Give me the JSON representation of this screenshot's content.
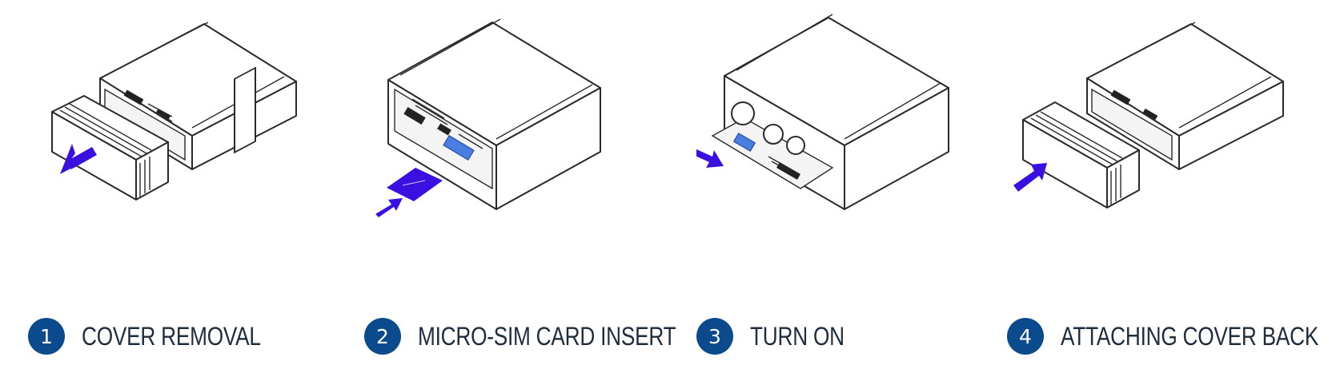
{
  "steps": [
    {
      "number": "1",
      "title": "COVER REMOVAL"
    },
    {
      "number": "2",
      "title": "MICRO-SIM CARD INSERT"
    },
    {
      "number": "3",
      "title": "TURN ON"
    },
    {
      "number": "4",
      "title": "ATTACHING COVER BACK"
    }
  ],
  "colors": {
    "badge": "#0c4a8e",
    "arrow": "#3a10e0",
    "text": "#1e2d3d"
  },
  "icons": [
    "arrow-out-icon",
    "arrow-in-icon",
    "sim-card-icon",
    "switch-icon"
  ]
}
